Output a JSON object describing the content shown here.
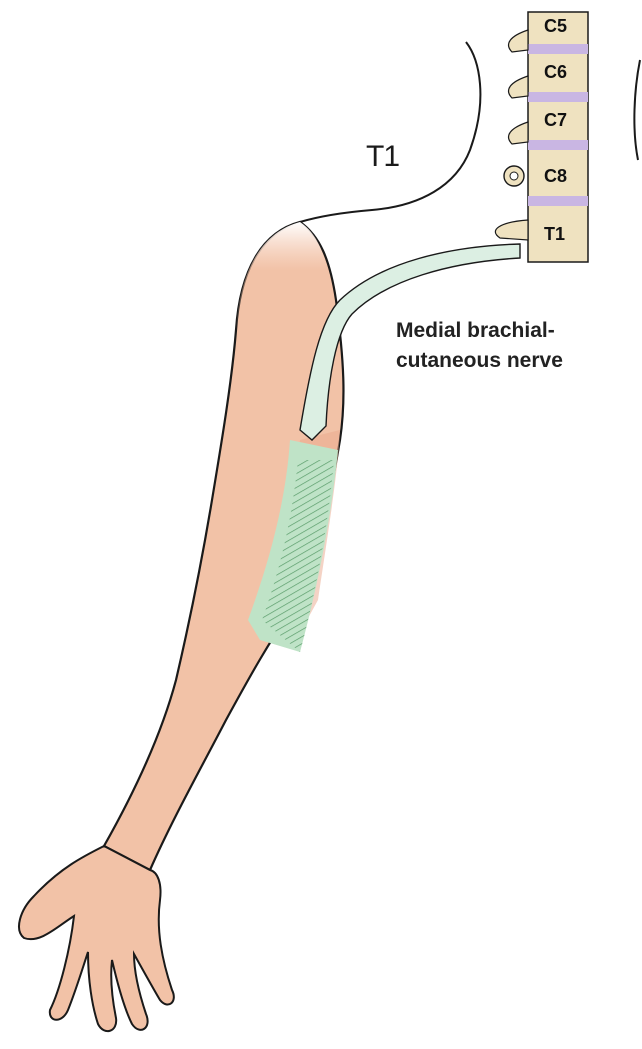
{
  "figure": {
    "dermatome_label": "T1",
    "nerve_label_line1": "Medial brachial-",
    "nerve_label_line2": "cutaneous nerve",
    "vertebrae": [
      "C5",
      "C6",
      "C7",
      "C8",
      "T1"
    ]
  },
  "colors": {
    "skin": "#f2c2a7",
    "skin_shade": "#e9a88b",
    "dermatome": "#bfe3c7",
    "dermatome_hatch": "#3f8a52",
    "disc": "#c9b6e3",
    "bone": "#efe2c0",
    "outline": "#1a1a1a"
  }
}
